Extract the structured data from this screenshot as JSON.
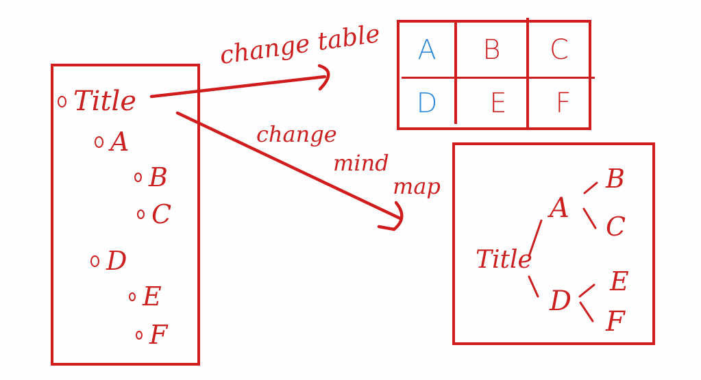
{
  "outline": {
    "title": "Title",
    "items": [
      {
        "label": "A",
        "level": 1
      },
      {
        "label": "B",
        "level": 2
      },
      {
        "label": "C",
        "level": 2
      },
      {
        "label": "D",
        "level": 1
      },
      {
        "label": "E",
        "level": 2
      },
      {
        "label": "F",
        "level": 2
      }
    ]
  },
  "arrows": {
    "to_table_label": "change table",
    "to_mindmap_label_1": "change",
    "to_mindmap_label_2": "mind",
    "to_mindmap_label_3": "map"
  },
  "table": {
    "rows": [
      [
        "A",
        "B",
        "C"
      ],
      [
        "D",
        "E",
        "F"
      ]
    ]
  },
  "mindmap": {
    "root": "Title",
    "branches": [
      {
        "label": "A",
        "children": [
          "B",
          "C"
        ]
      },
      {
        "label": "D",
        "children": [
          "E",
          "F"
        ]
      }
    ]
  },
  "colors": {
    "ink_red": "#cc1f1f",
    "ink_blue": "#2f8bd8",
    "background": "#fefefe"
  }
}
